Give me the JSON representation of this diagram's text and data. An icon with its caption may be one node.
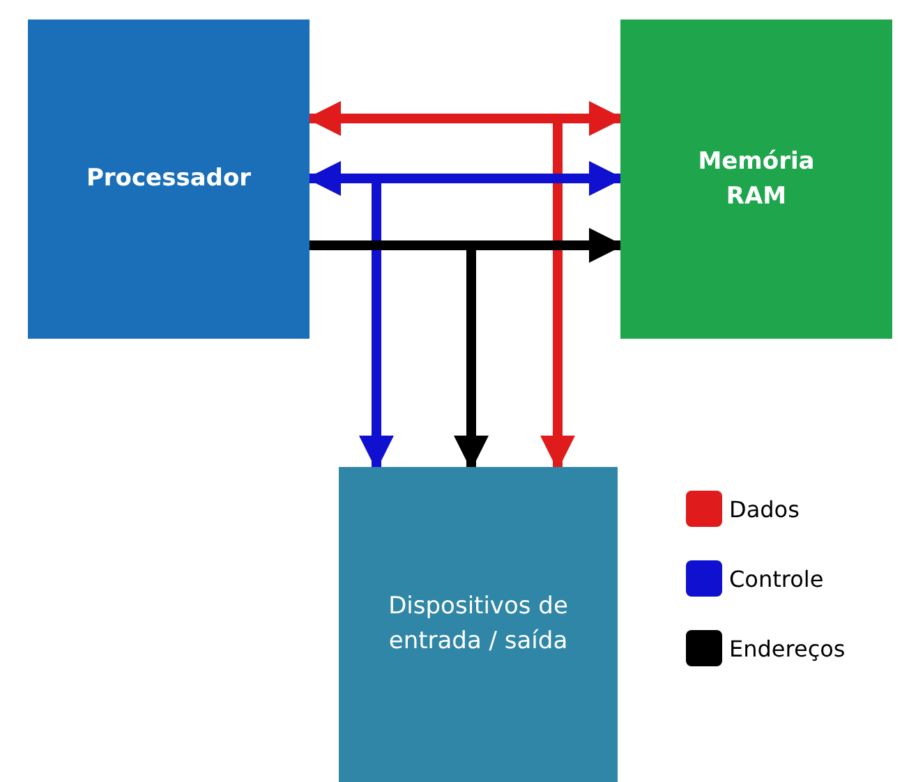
{
  "diagram": {
    "nodes": [
      {
        "text": [
          "Processador"
        ]
      },
      {
        "text": [
          "Memória RAM"
        ]
      },
      {
        "text": [
          "Dispositivos de entrada / saída"
        ]
      }
    ],
    "edges": [
      {
        "from": 0,
        "to": 1,
        "arrow": "both",
        "color": "#e01b1b"
      },
      {
        "from": 1,
        "to": 2,
        "arrow": "to",
        "color": "#e01b1b"
      },
      {
        "from": 0,
        "to": 1,
        "arrow": "both",
        "color": "#1010d0"
      },
      {
        "from": 0,
        "to": 2,
        "arrow": "to",
        "color": "#1010d0"
      },
      {
        "from": 0,
        "to": 1,
        "arrow": "to",
        "color": "#000000"
      },
      {
        "from": 0,
        "to": 2,
        "arrow": "to",
        "color": "#000000"
      }
    ],
    "legend": [
      {
        "text": "Dados",
        "color": "#e01b1b"
      },
      {
        "text": "Controle",
        "color": "#1010d0"
      },
      {
        "text": "Endereços",
        "color": "#000000"
      }
    ]
  }
}
